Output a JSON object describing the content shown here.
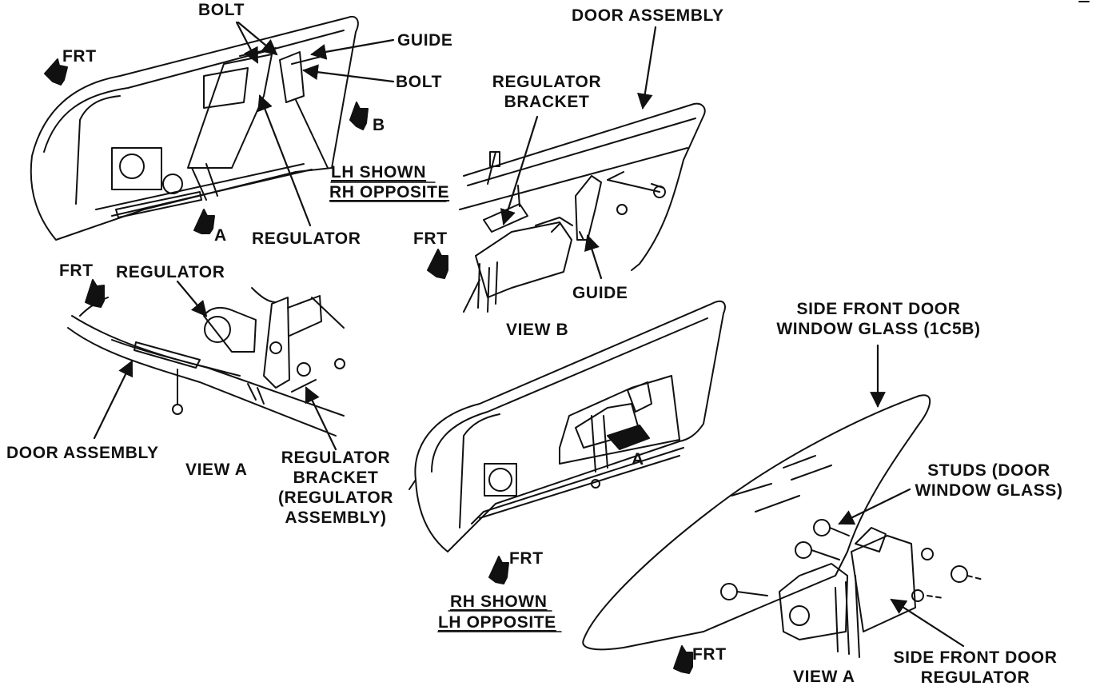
{
  "labels": {
    "bolt_top": "BOLT",
    "guide_top": "GUIDE",
    "bolt_right": "BOLT",
    "frt_1": "FRT",
    "letter_b": "B",
    "letter_a_top": "A",
    "regulator_top": "REGULATOR",
    "lh_shown": "LH SHOWN",
    "rh_opposite": "RH OPPOSITE",
    "door_assembly_top": "DOOR ASSEMBLY",
    "regulator_bracket_top_1": "REGULATOR",
    "regulator_bracket_top_2": "BRACKET",
    "frt_2": "FRT",
    "guide_bottom": "GUIDE",
    "view_b": "VIEW B",
    "frt_3": "FRT",
    "regulator_left": "REGULATOR",
    "door_assembly_left": "DOOR ASSEMBLY",
    "view_a_left": "VIEW A",
    "regulator_bracket_left_1": "REGULATOR",
    "regulator_bracket_left_2": "BRACKET",
    "regulator_bracket_left_3": "(REGULATOR",
    "regulator_bracket_left_4": "ASSEMBLY)",
    "letter_a_center": "A",
    "frt_4": "FRT",
    "rh_shown": "RH SHOWN",
    "lh_opposite": "LH OPPOSITE",
    "window_glass_1": "SIDE FRONT DOOR",
    "window_glass_2": "WINDOW GLASS (1C5B)",
    "studs_1": "STUDS (DOOR",
    "studs_2": "WINDOW GLASS)",
    "frt_5": "FRT",
    "view_a_right": "VIEW A",
    "side_regulator_1": "SIDE FRONT DOOR",
    "side_regulator_2": "REGULATOR"
  }
}
